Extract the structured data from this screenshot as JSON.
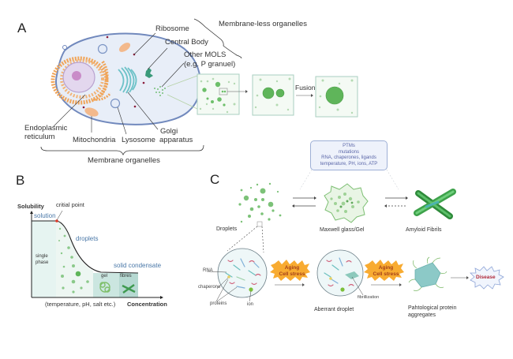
{
  "panel_a": {
    "letter": "A",
    "membraneless_title": "Membrane-less organelles",
    "membrane_title": "Membrane organelles",
    "labels": {
      "ribosome": "Ribosome",
      "central_body": "Central Body",
      "other_mols_1": "Other MOLS",
      "other_mols_2": "(e.g. P granuel)",
      "er_1": "Endoplasmic",
      "er_2": "reticulum",
      "mitochondria": "Mitochondria",
      "lysosome": "Lysosome",
      "golgi_1": "Golgi",
      "golgi_2": "apparatus",
      "fusion": "Fusion"
    }
  },
  "panel_b": {
    "letter": "B",
    "y_axis": "Solubility",
    "x_axis": "Concentration",
    "x_note": "(temperature, pH, salt etc.)",
    "critical_point": "critial point",
    "solution": "solution",
    "droplets": "droplets",
    "single_phase_1": "single",
    "single_phase_2": "phase",
    "solid_condensate": "solid condensate",
    "gel": "gel",
    "fibres": "fibres"
  },
  "panel_c": {
    "letter": "C",
    "factors": [
      "PTMs",
      "mutations",
      "RNA, chaperones, ligands",
      "temperature, PH, ions, ATP"
    ],
    "droplets": "Droplets",
    "glass_gel": "Maxwell glass/Gel",
    "amyloid": "Amyloid Fibrils",
    "rna": "RNA",
    "chaperone": "chaperone",
    "proteins": "proteins",
    "ion": "ion",
    "stress_1a": "Aging",
    "stress_1b": "Cell stress",
    "stress_2a": "Aging",
    "stress_2b": "Cell stress",
    "fibrillization": "fibrillization",
    "aberrant": "Aberrant droplet",
    "pathological_1": "Pahtological protein",
    "pathological_2": "aggregates",
    "disease": "Disease"
  },
  "colors": {
    "cell_fill": "#e8eef8",
    "cell_stroke": "#6f86b8",
    "er_orange": "#f0a55a",
    "droplet_green": "#5fb55a",
    "box_border": "#a9cfc0",
    "text_blue": "#4a78a8",
    "badge_orange": "#f7a21b"
  }
}
